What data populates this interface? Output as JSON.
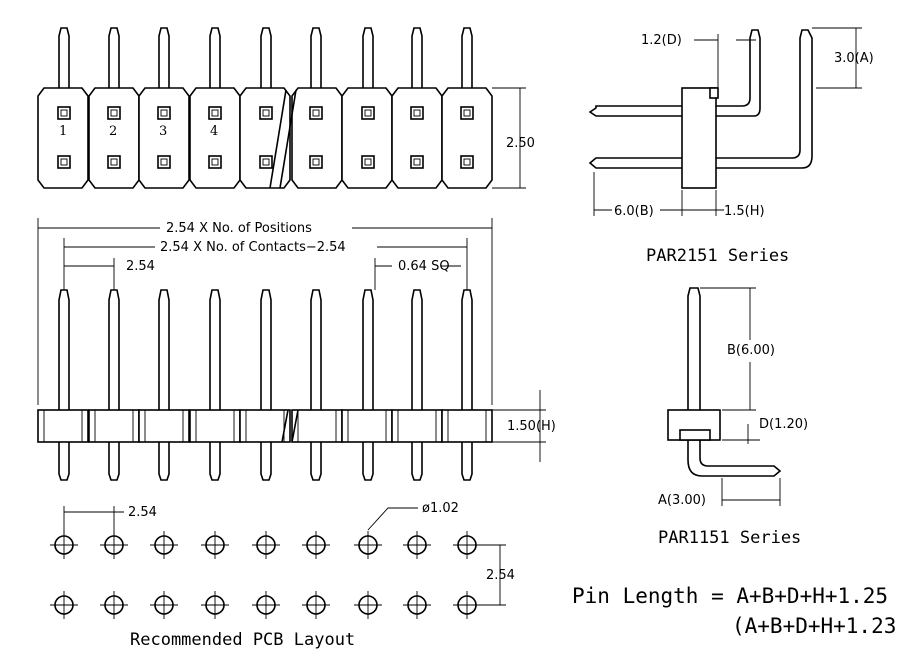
{
  "top_view": {
    "height_label": "2.50",
    "pin_numbers": [
      "1",
      "2",
      "3",
      "4"
    ]
  },
  "front_view": {
    "positions_label": "2.54 X No. of Positions",
    "contacts_label": "2.54 X No. of Contacts−2.54",
    "pitch_label": "2.54",
    "pin_size_label": "0.64 SQ",
    "h_label": "1.50(H)"
  },
  "pcb_layout": {
    "pitch_label": "2.54",
    "hole_label": "ø1.02",
    "row_pitch_label": "2.54",
    "caption": "Recommended PCB Layout"
  },
  "par2151": {
    "d_label": "1.2(D)",
    "a_label": "3.0(A)",
    "b_label": "6.0(B)",
    "h_label": "1.5(H)",
    "caption": "PAR2151 Series"
  },
  "par1151": {
    "b_label": "B(6.00)",
    "d_label": "D(1.20)",
    "a_label": "A(3.00)",
    "caption": "PAR1151 Series"
  },
  "formula": {
    "line1": "Pin Length = A+B+D+H+1.25",
    "line2": "(A+B+D+H+1.23)"
  }
}
